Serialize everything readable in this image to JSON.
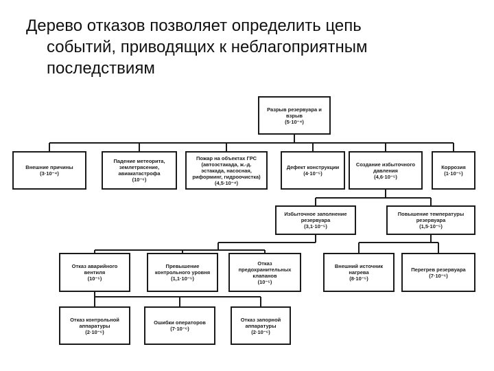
{
  "slide": {
    "title_lines": [
      "Дерево отказов позволяет определить цепь",
      "событий, приводящих к неблагоприятным",
      "последствиям"
    ]
  },
  "tree": {
    "root": {
      "label": "Разрыв резервуара и взрыв",
      "value": "(5·10⁻⁴)"
    },
    "level1": [
      {
        "label": "Внешние причины",
        "value": "(3·10⁻⁴)"
      },
      {
        "label": "Падение метеорита, землетрясение, авиакатастрофа",
        "value": "(10⁻⁶)"
      },
      {
        "label": "Пожар на объектах ГРС (автоэстакада, ж.-д. эстакада, насосная, риформинг, гидроочистка)",
        "value": "(4,5·10⁻⁴)"
      },
      {
        "label": "Дефект конструкции",
        "value": "(4·10⁻⁵)"
      },
      {
        "label": "Создание избыточного давления",
        "value": "(4,6·10⁻⁵)"
      },
      {
        "label": "Коррозия",
        "value": "(1·10⁻⁵)"
      }
    ],
    "level2": [
      {
        "label": "Избыточное заполнение резервуара",
        "value": "(3,1·10⁻⁵)"
      },
      {
        "label": "Повышение температуры резервуара",
        "value": "(1,5·10⁻⁵)"
      }
    ],
    "level3": [
      {
        "label": "Отказ аварийного вентиля",
        "value": "(10⁻⁵)"
      },
      {
        "label": "Превышение контрольного уровня",
        "value": "(1,1·10⁻⁵)"
      },
      {
        "label": "Отказ предохранительных клапанов",
        "value": "(10⁻⁵)"
      },
      {
        "label": "Внешний источник нагрева",
        "value": "(8·10⁻⁵)"
      },
      {
        "label": "Перегрев резервуара",
        "value": "(7·10⁻⁶)"
      }
    ],
    "level4": [
      {
        "label": "Отказ контрольной аппаратуры",
        "value": "(2·10⁻⁶)"
      },
      {
        "label": "Ошибки операторов",
        "value": "(7·10⁻⁶)"
      },
      {
        "label": "Отказ запорной аппаратуры",
        "value": "(2·10⁻⁶)"
      }
    ]
  },
  "colors": {
    "line": "#1a1a1a",
    "text": "#111111",
    "background": "#ffffff"
  }
}
